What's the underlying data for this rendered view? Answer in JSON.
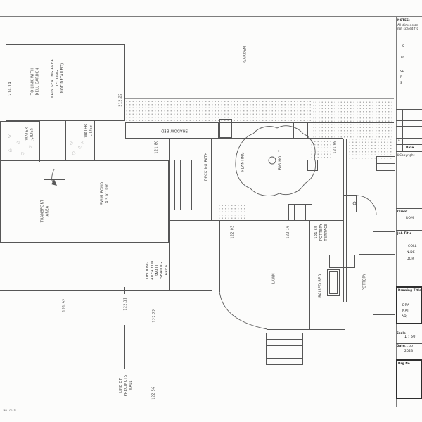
{
  "sheet": {
    "footer_note": "T. No. 7510"
  },
  "symbols": {
    "water_lily": "♡"
  },
  "plan": {
    "labels": {
      "garden": "GARDEN",
      "main_seating": "MAIN SEATING AREA\nDECKING\n(NOT DETAILED)",
      "to_link": "TO LINK WITH\nDELL GARDEN",
      "water_lilies_left": "WATER\nLILIES",
      "water_lilies_right": "WATER\nLILIES",
      "swim_pond": "SWIM POND\n4.5 x 10m",
      "transport_area": "TRANSPORT\nAREA",
      "shadow_bed": "SHADOW BED",
      "decking_path": "DECKING PATH",
      "planting": "PLANTING",
      "big_holly": "BIG HOLLY",
      "pottery_terrace": "121.65\nPOTTERY\nTERRACE",
      "lawn": "LAWN",
      "raised_bed": "RAISED BED",
      "pottery": "POTTERY",
      "decking_area": "DECKING\nAREA FOR\nSMALL\nSEATING\nAREA",
      "line_of_wall": "LINE OF\nPRECINCTS\nWALL"
    },
    "levels": {
      "l214_14": "214.14",
      "l212_22": "212.22",
      "l121_80": "121.80",
      "l121_99": "121.99",
      "l122_03": "122.03",
      "l122_16": "122.16",
      "l121_92": "121.92",
      "l122_11": "122.11",
      "l122_22": "122.22",
      "l122_56": "122.56"
    }
  },
  "title_block": {
    "notes": {
      "heading": "NOTES:",
      "line1": "All dimension",
      "line2": "not scaled fro"
    },
    "firm_fragments": [
      "S",
      "Po",
      "SH",
      "P",
      "S"
    ],
    "revision": {
      "row_a": "A",
      "date_header": "Date"
    },
    "copyright": "©Copyright",
    "client": {
      "label": "Client",
      "value": "ROM"
    },
    "job": {
      "label": "Job Title",
      "lines": [
        "COLL",
        "N.DE",
        "DOR"
      ]
    },
    "drawing": {
      "label": "Drawing Title",
      "lines": [
        "DRA",
        "NAT",
        "ADJ"
      ]
    },
    "scale": {
      "label": "Scale",
      "value": "1 : 50"
    },
    "date": {
      "label": "Date",
      "line1": "FEBR",
      "line2": "2023"
    },
    "drg": {
      "label": "Drg No."
    }
  }
}
